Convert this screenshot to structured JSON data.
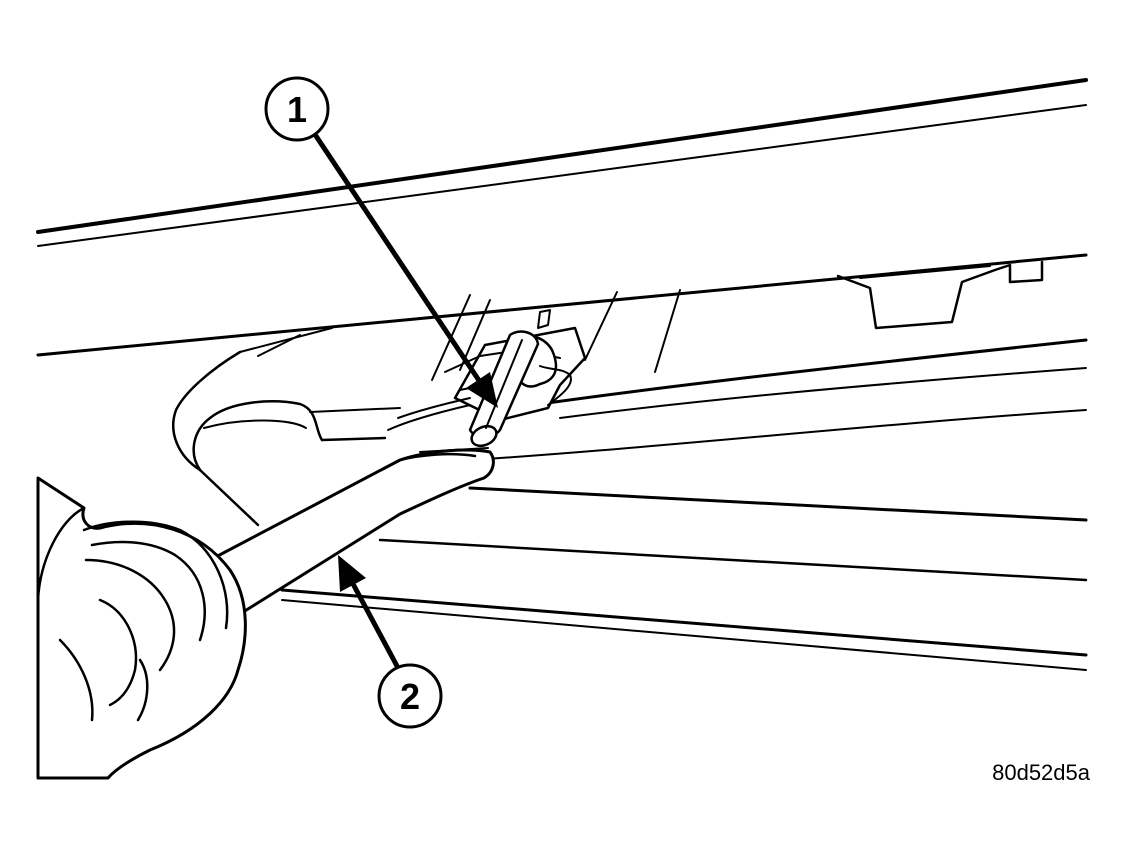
{
  "callouts": [
    {
      "number": "1"
    },
    {
      "number": "2"
    }
  ],
  "figure_code": "80d52d5a",
  "colors": {
    "line": "#000000",
    "background": "#ffffff"
  }
}
